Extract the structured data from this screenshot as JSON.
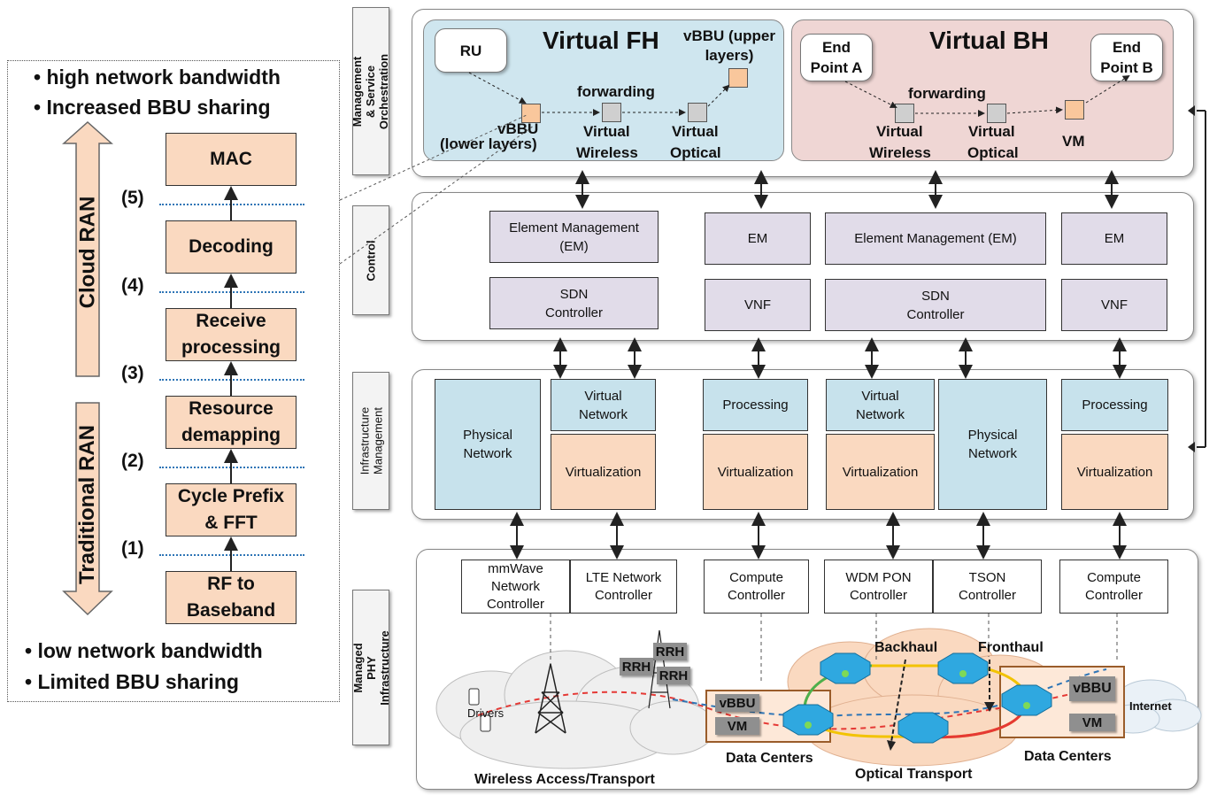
{
  "left_panel": {
    "top_bullets": [
      "high network bandwidth",
      "Increased BBU sharing"
    ],
    "bottom_bullets": [
      "low network bandwidth",
      "Limited BBU sharing"
    ],
    "cloud_ran_label": "Cloud RAN",
    "traditional_ran_label": "Traditional  RAN",
    "stages": [
      {
        "line1": "MAC",
        "line2": ""
      },
      {
        "line1": "Decoding",
        "line2": ""
      },
      {
        "line1": "Receive",
        "line2": "processing"
      },
      {
        "line1": "Resource",
        "line2": "demapping"
      },
      {
        "line1": "Cycle Prefix",
        "line2": "& FFT"
      },
      {
        "line1": "RF to",
        "line2": "Baseband"
      }
    ],
    "split_labels": [
      "(5)",
      "(4)",
      "(3)",
      "(2)",
      "(1)"
    ]
  },
  "layers": {
    "orchestration": "Management & Service Orchestration",
    "control": "Control",
    "infrastructure": "Infrastructure Management",
    "phy": "Managed PHY Infrastructure"
  },
  "virtual_fh": {
    "title": "Virtual FH",
    "ru": "RU",
    "vbbu_upper": "vBBU (upper layers)",
    "vbbu_lower_1": "vBBU",
    "vbbu_lower_2": "(lower layers)",
    "forwarding": "forwarding",
    "virtual_wireless_1": "Virtual",
    "virtual_wireless_2": "Wireless",
    "virtual_optical_1": "Virtual",
    "virtual_optical_2": "Optical"
  },
  "virtual_bh": {
    "title": "Virtual BH",
    "end_point_a_1": "End",
    "end_point_a_2": "Point A",
    "end_point_b_1": "End",
    "end_point_b_2": "Point B",
    "forwarding": "forwarding",
    "virtual_wireless_1": "Virtual",
    "virtual_wireless_2": "Wireless",
    "virtual_optical_1": "Virtual",
    "virtual_optical_2": "Optical",
    "vm": "VM"
  },
  "control_layer": {
    "em_full_1": "Element Management",
    "em_full_2": "(EM)",
    "sdn_1": "SDN",
    "sdn_2": "Controller",
    "em": "EM",
    "vnf": "VNF",
    "em_full_single": "Element Management (EM)"
  },
  "infra_layer": {
    "physical_1": "Physical",
    "physical_2": "Network",
    "virtual_1": "Virtual",
    "virtual_2": "Network",
    "virtualization": "Virtualization",
    "processing": "Processing"
  },
  "phy_layer": {
    "controllers": [
      {
        "l1": "mmWave",
        "l2": "Network",
        "l3": "Controller"
      },
      {
        "l1": "LTE Network",
        "l2": "Controller",
        "l3": ""
      },
      {
        "l1": "Compute",
        "l2": "Controller",
        "l3": ""
      },
      {
        "l1": "WDM PON",
        "l2": "Controller",
        "l3": ""
      },
      {
        "l1": "TSON",
        "l2": "Controller",
        "l3": ""
      },
      {
        "l1": "Compute",
        "l2": "Controller",
        "l3": ""
      }
    ],
    "backhaul": "Backhaul",
    "fronthaul": "Fronthaul",
    "rrh": "RRH",
    "drivers": "Drivers",
    "vbbu": "vBBU",
    "vm": "VM",
    "internet": "Internet",
    "data_centers": "Data Centers",
    "wireless_access": "Wireless Access/Transport",
    "optical_transport": "Optical Transport"
  },
  "colors": {
    "peach": "#fad9c0",
    "light_blue": "#c7e2ec",
    "lavender": "#e1dce9",
    "fh_bg": "#cfe6ef",
    "bh_bg": "#efd6d4",
    "split_line": "#2e75b6",
    "switch_blue": "#2fa8e0"
  }
}
